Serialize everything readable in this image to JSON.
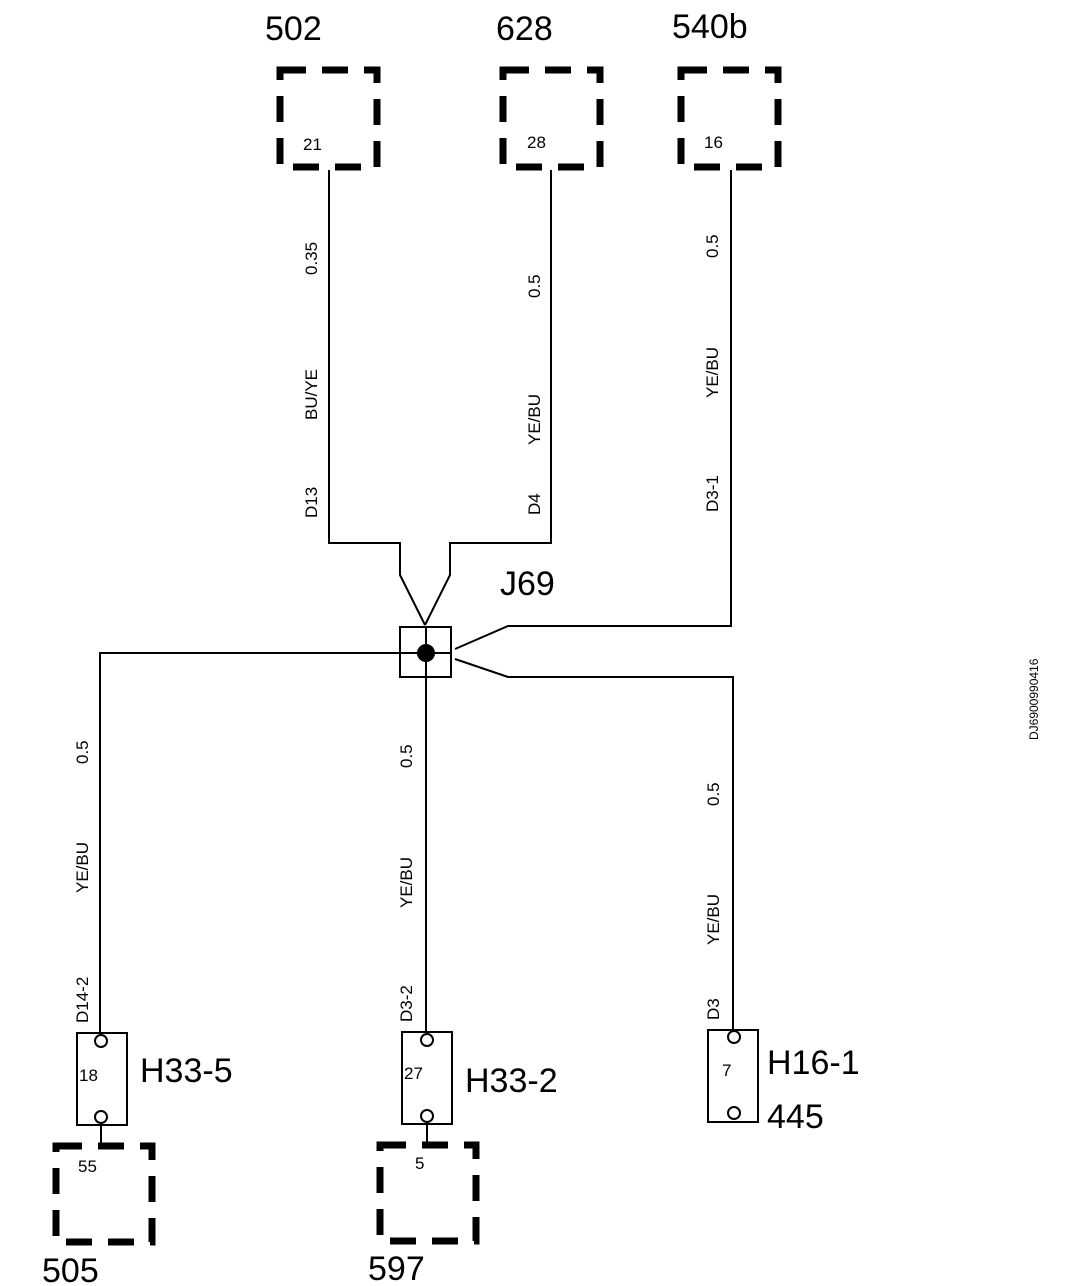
{
  "components": {
    "c502": {
      "label": "502",
      "pin": "21"
    },
    "c628": {
      "label": "628",
      "pin": "28"
    },
    "c540b": {
      "label": "540b",
      "pin": "16"
    },
    "c505": {
      "label": "505",
      "pin": "55"
    },
    "c597": {
      "label": "597",
      "pin": "5"
    }
  },
  "splice": {
    "label": "J69"
  },
  "connectors": {
    "h33_5": {
      "label": "H33-5",
      "pin": "18"
    },
    "h33_2": {
      "label": "H33-2",
      "pin": "27"
    },
    "h16_1": {
      "label": "H16-1",
      "pin": "7",
      "sub": "445"
    }
  },
  "wires": {
    "d13": {
      "size": "0.35",
      "color": "BU/YE",
      "id": "D13"
    },
    "d4": {
      "size": "0.5",
      "color": "YE/BU",
      "id": "D4"
    },
    "d3_1": {
      "size": "0.5",
      "color": "YE/BU",
      "id": "D3-1"
    },
    "d14_2": {
      "size": "0.5",
      "color": "YE/BU",
      "id": "D14-2"
    },
    "d3_2": {
      "size": "0.5",
      "color": "YE/BU",
      "id": "D3-2"
    },
    "d3": {
      "size": "0.5",
      "color": "YE/BU",
      "id": "D3"
    }
  },
  "figure_id": "DJ6900990416"
}
